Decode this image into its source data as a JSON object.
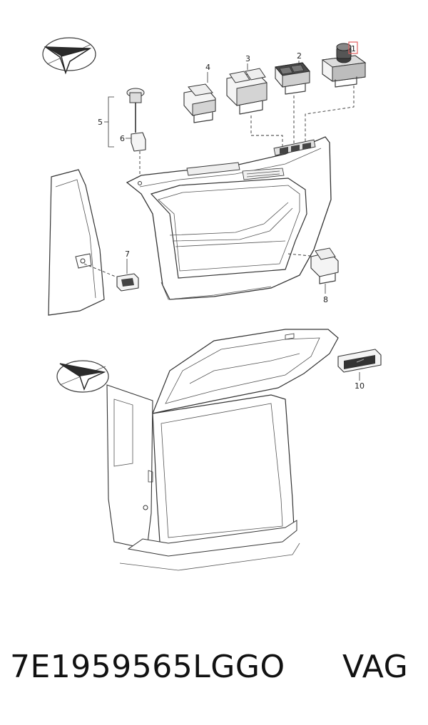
{
  "callouts": {
    "c1": "1",
    "c2": "2",
    "c3": "3",
    "c4": "4",
    "c5": "5",
    "c6": "6",
    "c7": "7",
    "c8": "8",
    "c10": "10"
  },
  "highlight_color": "#e06060",
  "footer": {
    "part_number": "7E1959565LGGO",
    "brand": "VAG"
  }
}
